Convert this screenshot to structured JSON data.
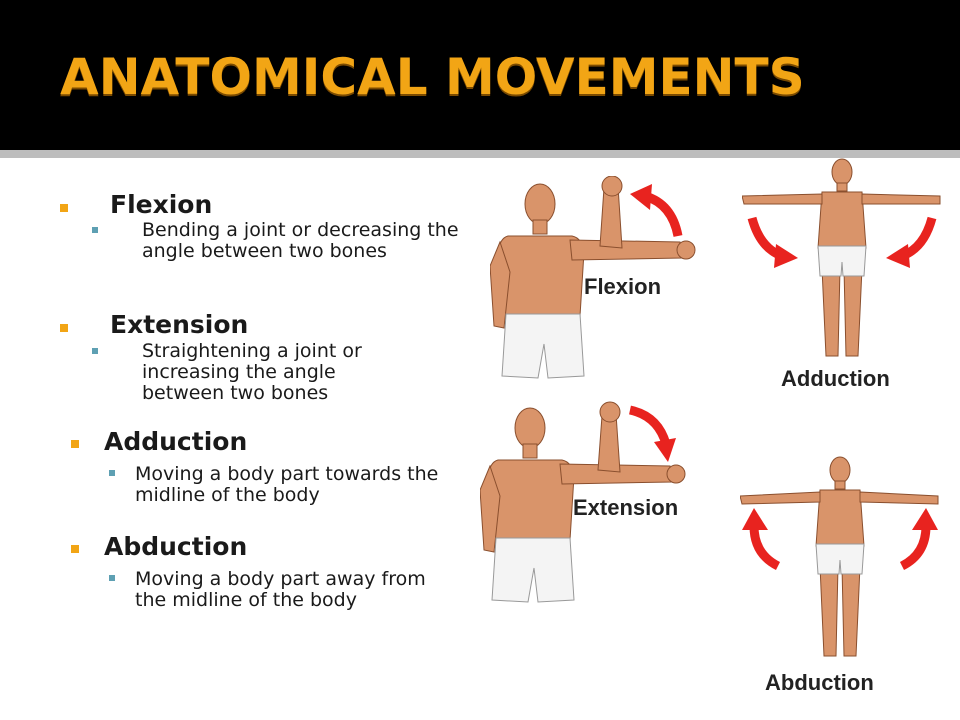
{
  "slide": {
    "title": "ANATOMICAL MOVEMENTS"
  },
  "bullets": [
    {
      "heading": "Flexion",
      "detail": "Bending a joint or decreasing the angle between two bones"
    },
    {
      "heading": "Extension",
      "detail": "Straightening a joint or increasing the angle between two bones"
    },
    {
      "heading": "Adduction",
      "detail": "Moving a body part towards the midline of the body"
    },
    {
      "heading": "Abduction",
      "detail": "Moving a body part away from the midline of the body"
    }
  ],
  "figures": {
    "flexion_label": "Flexion",
    "extension_label": "Extension",
    "adduction_label": "Adduction",
    "abduction_label": "Abduction"
  },
  "colors": {
    "title": "#F2A515",
    "bullet_l1": "#F2A515",
    "bullet_l2": "#5ea0b3",
    "skin": "#d9946a",
    "arrow": "#e8231f"
  }
}
